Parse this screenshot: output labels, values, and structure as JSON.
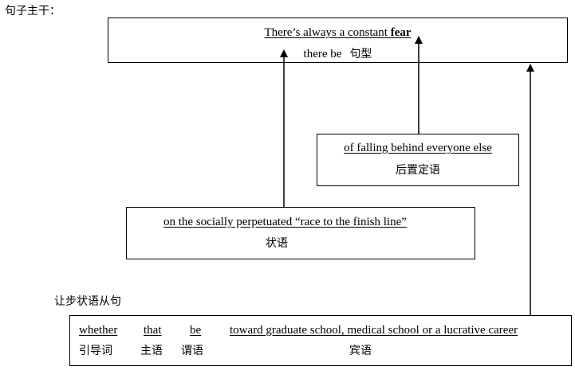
{
  "heading_main": "句子主干：",
  "heading_clause": "让步状语从句",
  "main_box": {
    "sentence_prefix": "There’s always a constant ",
    "sentence_bold": "fear",
    "note_en": "there be",
    "note_cn": "句型"
  },
  "postmod_box": {
    "phrase": "of falling behind everyone else",
    "label": "后置定语"
  },
  "adverbial_box": {
    "phrase": "on the socially perpetuated “race to the finish line”",
    "label": "状语"
  },
  "clause_box": {
    "words": [
      {
        "text": "whether",
        "label": "引导词"
      },
      {
        "text": "that",
        "label": "主语"
      },
      {
        "text": "be",
        "label": "谓语"
      },
      {
        "text": "toward graduate school, medical school or a lucrative career",
        "label": "宾语"
      }
    ]
  },
  "colors": {
    "line": "#000000",
    "background": "#ffffff"
  }
}
